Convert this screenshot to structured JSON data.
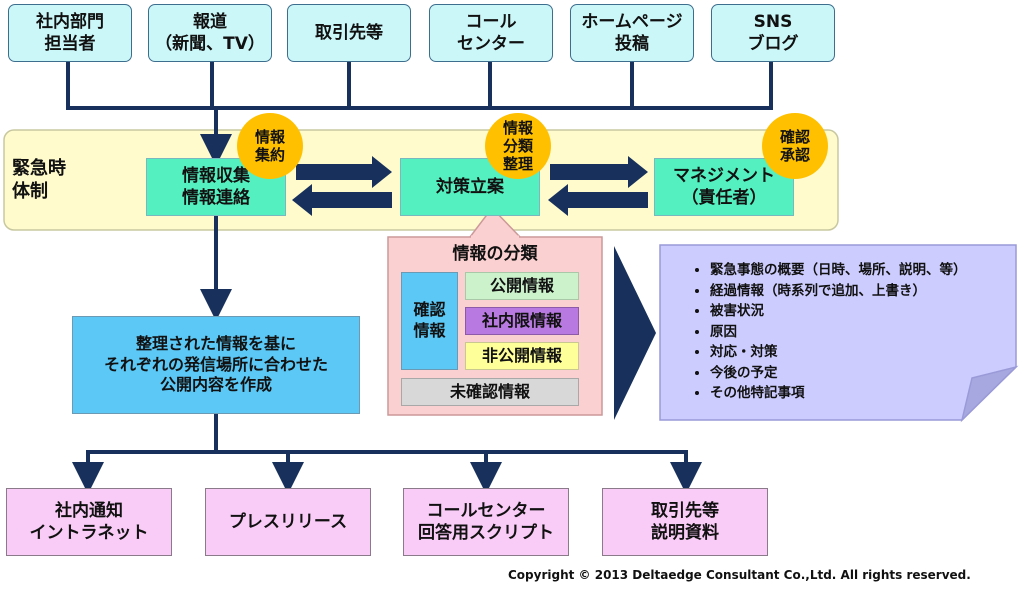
{
  "sources": [
    "社内部門\n担当者",
    "報道\n（新聞、TV）",
    "取引先等",
    "コール\nセンター",
    "ホームページ\n投稿",
    "SNS\nブログ"
  ],
  "emergency_label": "緊急時\n体制",
  "flow": {
    "collect": "情報収集\n情報連絡",
    "plan": "対策立案",
    "management": "マネジメント\n（責任者）"
  },
  "circles": {
    "aggregate": "情報\n集約",
    "classify": "情報\n分類\n整理",
    "approve": "確認\n承認"
  },
  "classification": {
    "title": "情報の分類",
    "confirmed": "確認\n情報",
    "public": "公開情報",
    "internal": "社内限情報",
    "nonpublic": "非公開情報",
    "unconfirmed": "未確認情報"
  },
  "compose": "整理された情報を基に\nそれぞれの発信場所に合わせた\n公開内容を作成",
  "items": [
    "緊急事態の概要（日時、場所、説明、等）",
    "経過情報（時系列で追加、上書き）",
    "被害状況",
    "原因",
    "対応・対策",
    "今後の予定",
    "その他特記事項"
  ],
  "outputs": [
    "社内通知\nイントラネット",
    "プレスリリース",
    "コールセンター\n回答用スクリプト",
    "取引先等\n説明資料"
  ],
  "copyright": "Copyright © 2013 Deltaedge Consultant Co.,Ltd.  All rights reserved.",
  "colors": {
    "line": "#17315c",
    "source_fill": "#ccf7f9",
    "flow_fill": "#55f0c0",
    "circle_fill": "#ffc000",
    "band_fill": "#fffbcc",
    "output_fill": "#f8ccf6"
  }
}
